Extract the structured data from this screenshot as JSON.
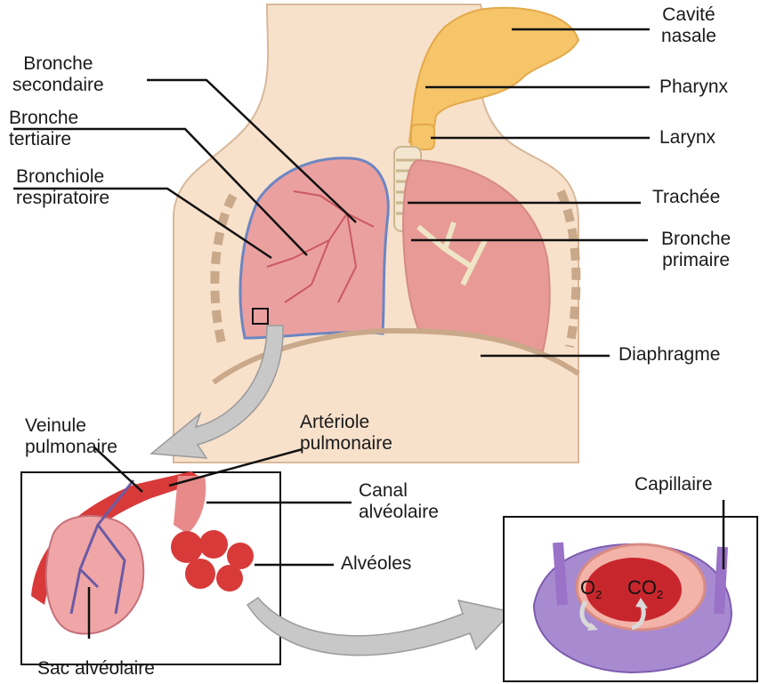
{
  "labels": {
    "cavite_nasale": [
      "Cavité",
      "nasale"
    ],
    "pharynx": "Pharynx",
    "larynx": "Larynx",
    "trachee": "Trachée",
    "bronche_primaire": [
      "Bronche",
      "primaire"
    ],
    "diaphragme": "Diaphragme",
    "bronche_secondaire": [
      "Bronche",
      "secondaire"
    ],
    "bronche_tertiaire": [
      "Bronche",
      "tertiaire"
    ],
    "bronchiole_respiratoire": [
      "Bronchiole",
      "respiratoire"
    ],
    "veinule_pulmonaire": [
      "Veinule",
      "pulmonaire"
    ],
    "arteriole_pulmonaire": [
      "Artériole",
      "pulmonaire"
    ],
    "canal_alveolaire": [
      "Canal",
      "alvéolaire"
    ],
    "alveoles": "Alvéoles",
    "capillaire": "Capillaire",
    "sac_alveolaire": "Sac alvéolaire"
  },
  "gases": {
    "o2": {
      "base": "O",
      "sub": "2"
    },
    "co2": {
      "base": "CO",
      "sub": "2"
    }
  },
  "colors": {
    "skin": "#f8e1cb",
    "airway": "#f6c56a",
    "lung": "#eba0a0",
    "lung_dark": "#d9676b",
    "vein": "#6b5aa6",
    "artery": "#d83a3a",
    "capillary": "#9a72c8",
    "arrow": "#c8c8c8"
  }
}
